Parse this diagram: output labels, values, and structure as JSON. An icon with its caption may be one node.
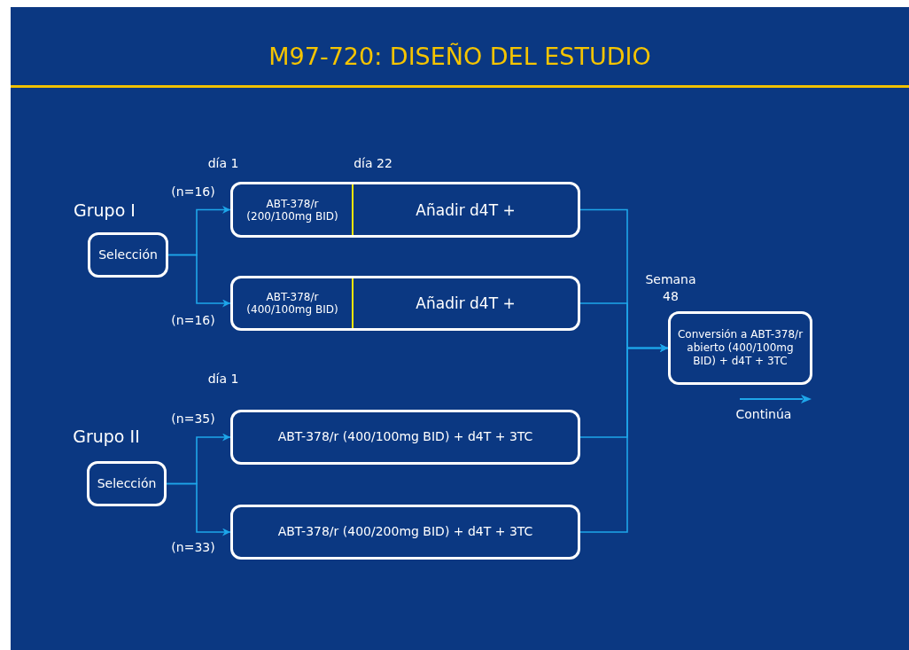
{
  "diagram": {
    "title": "M97-720: DISEÑO DEL ESTUDIO",
    "nodes": [
      {
        "text": [
          "Selección"
        ]
      },
      {
        "text": [
          "ABT-378/r (200/100mg BID)",
          "Añadir d4T +"
        ]
      },
      {
        "text": [
          "ABT-378/r (400/100mg BID)",
          "Añadir d4T +"
        ]
      },
      {
        "text": [
          "Selección"
        ]
      },
      {
        "text": [
          "ABT-378/r (400/100mg BID) + d4T + 3TC"
        ]
      },
      {
        "text": [
          "ABT-378/r (400/200mg BID) + d4T + 3TC"
        ]
      },
      {
        "text": [
          "Conversión a ABT-378/r abierto (400/100mg BID) + d4T + 3TC"
        ]
      }
    ],
    "edges": [
      {
        "from": 0,
        "to": 1,
        "arrow": "to"
      },
      {
        "from": 0,
        "to": 2,
        "arrow": "to"
      },
      {
        "from": 3,
        "to": 4,
        "arrow": "to"
      },
      {
        "from": 3,
        "to": 5,
        "arrow": "to"
      },
      {
        "from": 1,
        "to": 6,
        "arrow": "to"
      },
      {
        "from": 2,
        "to": 6,
        "arrow": "to"
      },
      {
        "from": 4,
        "to": 6,
        "arrow": "to"
      },
      {
        "from": 5,
        "to": 6,
        "arrow": "to"
      }
    ],
    "labels": [
      "día 1",
      "día 22",
      "(n=16)",
      "Grupo I",
      "(n=16)",
      "Semana 48",
      "día 1",
      "(n=35)",
      "Grupo II",
      "(n=33)",
      "Continúa"
    ]
  }
}
